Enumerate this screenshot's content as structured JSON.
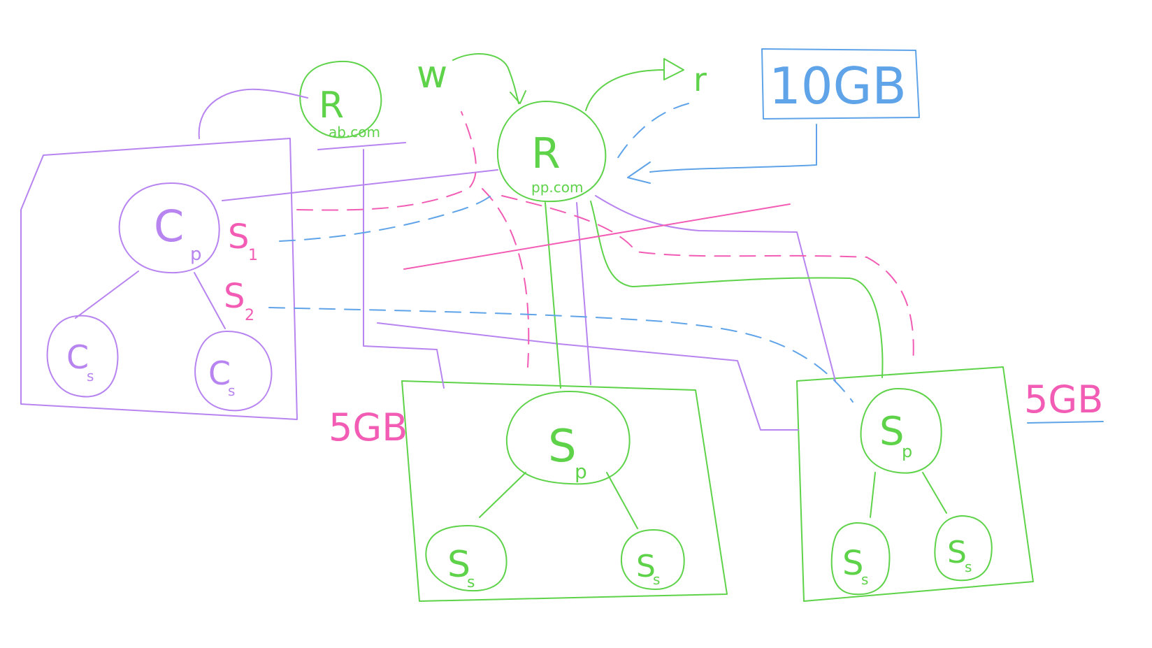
{
  "colors": {
    "green": "#5ed34a",
    "purple": "#b784f0",
    "pink": "#f25cb4",
    "blue": "#5fa3e8",
    "background": "#ffffff"
  },
  "router_left": {
    "label": "R",
    "sublabel": "ab.com"
  },
  "router_center": {
    "label": "R",
    "sublabel": "pp.com"
  },
  "write_label": "w",
  "read_label": "r",
  "storage_box": {
    "label": "10GB"
  },
  "config_cluster": {
    "primary": "C",
    "primary_sub": "p",
    "secondary_1": "C",
    "secondary_1_sub": "s",
    "secondary_2": "C",
    "secondary_2_sub": "s"
  },
  "shard_labels": {
    "s1": "S",
    "s1_sub": "1",
    "s2": "S",
    "s2_sub": "2"
  },
  "shard_center": {
    "primary": "S",
    "primary_sub": "p",
    "secondary_1": "S",
    "secondary_1_sub": "s",
    "secondary_2": "S",
    "secondary_2_sub": "s",
    "size": "5GB"
  },
  "shard_right": {
    "primary": "S",
    "primary_sub": "p",
    "secondary_1": "S",
    "secondary_1_sub": "s",
    "secondary_2": "S",
    "secondary_2_sub": "s",
    "size": "5GB"
  }
}
